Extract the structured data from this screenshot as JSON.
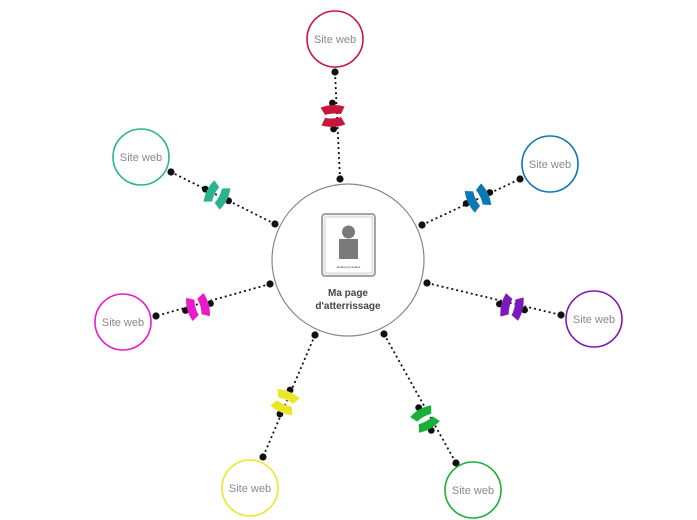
{
  "center": {
    "title_line1": "Ma page",
    "title_line2": "d'atterrissage",
    "logo_text": "landing by Aralius",
    "icon": "user-photo-icon"
  },
  "sites": [
    {
      "label": "Site web",
      "color": "#c8173c"
    },
    {
      "label": "Site web",
      "color": "#0d78b4"
    },
    {
      "label": "Site web",
      "color": "#7b1ab8"
    },
    {
      "label": "Site web",
      "color": "#19b03a"
    },
    {
      "label": "Site web",
      "color": "#ebe62a"
    },
    {
      "label": "Site web",
      "color": "#ea19c9"
    },
    {
      "label": "Site web",
      "color": "#2ab38e"
    }
  ],
  "connector_icon": "bowtie-link-icon"
}
